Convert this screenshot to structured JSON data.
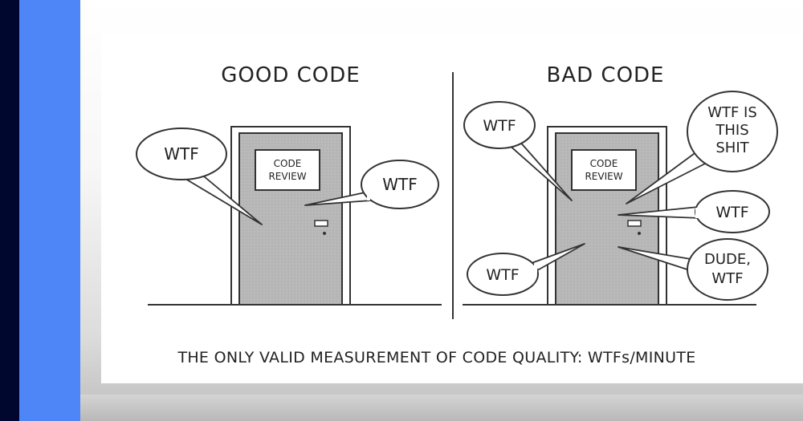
{
  "comic": {
    "left_title": "GOOD CODE",
    "right_title": "BAD CODE",
    "door_sign_line1": "CODE",
    "door_sign_line2": "REVIEW",
    "left_bubbles": [
      "WTF",
      "WTF"
    ],
    "right_bubbles": {
      "top_left": "WTF",
      "top_right_line1": "WTF IS",
      "top_right_line2": "THIS",
      "top_right_line3": "SHIT",
      "middle_right": "WTF",
      "bottom_left": "WTF",
      "bottom_right_line1": "DUDE,",
      "bottom_right_line2": "WTF"
    },
    "caption": "THE ONLY VALID MEASUREMENT OF CODE QUALITY: WTFs/MINUTE"
  },
  "colors": {
    "accent_blue": "#4f86f7",
    "navy": "#000a33",
    "door_gray": "#b4b4b4",
    "ink": "#222222"
  }
}
